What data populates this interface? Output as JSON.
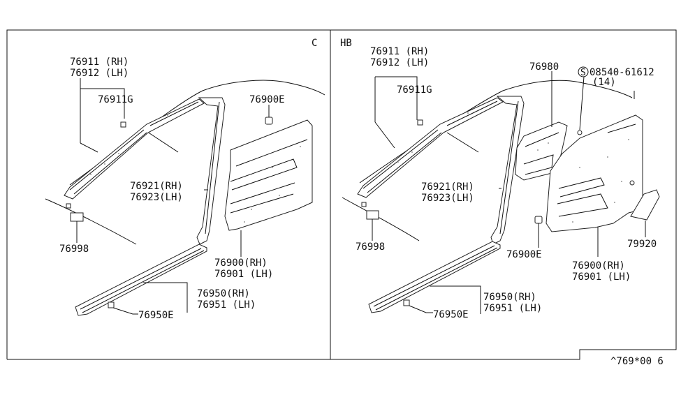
{
  "diagram": {
    "code": "^769*00 6",
    "panels": [
      {
        "id": "C",
        "variant": "C",
        "labels": {
          "p76911": "76911 (RH)",
          "p76912": "76912 (LH)",
          "p76911g": "76911G",
          "p76900e": "76900E",
          "p76921": "76921(RH)",
          "p76923": "76923(LH)",
          "p76998": "76998",
          "p76900": "76900(RH)",
          "p76901": "76901 (LH)",
          "p76950": "76950(RH)",
          "p76951": "76951 (LH)",
          "p76950e": "76950E"
        }
      },
      {
        "id": "HB",
        "variant": "HB",
        "labels": {
          "p76911": "76911 (RH)",
          "p76912": "76912 (LH)",
          "p76911g": "76911G",
          "p76980": "76980",
          "p08540": "08540-61612",
          "p08540qty": "(14)",
          "p08540mark": "S",
          "p76921": "76921(RH)",
          "p76923": "76923(LH)",
          "p76998": "76998",
          "p76900e": "76900E",
          "p76900": "76900(RH)",
          "p76901": "76901 (LH)",
          "p79920": "79920",
          "p76950": "76950(RH)",
          "p76951": "76951 (LH)",
          "p76950e": "76950E"
        }
      }
    ]
  }
}
